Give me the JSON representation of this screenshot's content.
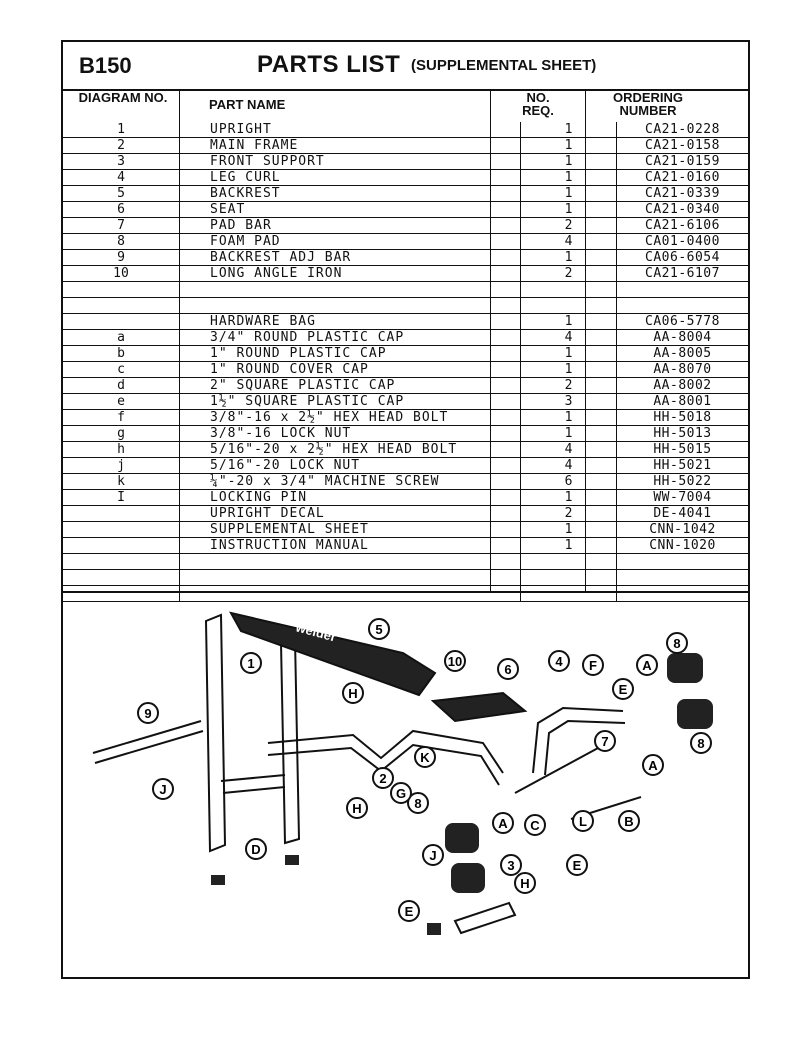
{
  "header": {
    "model": "B150",
    "title": "PARTS LIST",
    "subtitle": "(SUPPLEMENTAL SHEET)"
  },
  "columns": {
    "diagram_no": "DIAGRAM NO.",
    "part_name": "PART NAME",
    "no_req": "NO. REQ.",
    "ordering_number": "ORDERING NUMBER"
  },
  "rows": [
    {
      "no": "1",
      "name": "UPRIGHT",
      "qty": "1",
      "order": "CA21-0228"
    },
    {
      "no": "2",
      "name": "MAIN FRAME",
      "qty": "1",
      "order": "CA21-0158"
    },
    {
      "no": "3",
      "name": "FRONT SUPPORT",
      "qty": "1",
      "order": "CA21-0159"
    },
    {
      "no": "4",
      "name": "LEG CURL",
      "qty": "1",
      "order": "CA21-0160"
    },
    {
      "no": "5",
      "name": "BACKREST",
      "qty": "1",
      "order": "CA21-0339"
    },
    {
      "no": "6",
      "name": "SEAT",
      "qty": "1",
      "order": "CA21-0340"
    },
    {
      "no": "7",
      "name": "PAD BAR",
      "qty": "2",
      "order": "CA21-6106"
    },
    {
      "no": "8",
      "name": "FOAM PAD",
      "qty": "4",
      "order": "CA01-0400"
    },
    {
      "no": "9",
      "name": "BACKREST ADJ BAR",
      "qty": "1",
      "order": "CA06-6054"
    },
    {
      "no": "10",
      "name": "LONG ANGLE IRON",
      "qty": "2",
      "order": "CA21-6107"
    },
    {
      "no": "",
      "name": "",
      "qty": "",
      "order": ""
    },
    {
      "no": "",
      "name": "",
      "qty": "",
      "order": ""
    },
    {
      "no": "",
      "name": "HARDWARE BAG",
      "qty": "1",
      "order": "CA06-5778"
    },
    {
      "no": "a",
      "name": "3/4\" ROUND PLASTIC CAP",
      "qty": "4",
      "order": "AA-8004"
    },
    {
      "no": "b",
      "name": "1\" ROUND PLASTIC CAP",
      "qty": "1",
      "order": "AA-8005"
    },
    {
      "no": "c",
      "name": "1\" ROUND COVER CAP",
      "qty": "1",
      "order": "AA-8070"
    },
    {
      "no": "d",
      "name": "2\" SQUARE PLASTIC CAP",
      "qty": "2",
      "order": "AA-8002"
    },
    {
      "no": "e",
      "name": "1½\" SQUARE PLASTIC CAP",
      "qty": "3",
      "order": "AA-8001"
    },
    {
      "no": "f",
      "name": "3/8\"-16 x 2½\" HEX HEAD BOLT",
      "qty": "1",
      "order": "HH-5018"
    },
    {
      "no": "g",
      "name": "3/8\"-16 LOCK NUT",
      "qty": "1",
      "order": "HH-5013"
    },
    {
      "no": "h",
      "name": "5/16\"-20 x 2½\" HEX HEAD BOLT",
      "qty": "4",
      "order": "HH-5015"
    },
    {
      "no": "j",
      "name": "5/16\"-20 LOCK NUT",
      "qty": "4",
      "order": "HH-5021"
    },
    {
      "no": "k",
      "name": "¼\"-20 x 3/4\" MACHINE SCREW",
      "qty": "6",
      "order": "HH-5022"
    },
    {
      "no": "I",
      "name": "LOCKING PIN",
      "qty": "1",
      "order": "WW-7004"
    },
    {
      "no": "",
      "name": "UPRIGHT DECAL",
      "qty": "2",
      "order": "DE-4041"
    },
    {
      "no": "",
      "name": "SUPPLEMENTAL SHEET",
      "qty": "1",
      "order": "CNN-1042"
    },
    {
      "no": "",
      "name": "INSTRUCTION MANUAL",
      "qty": "1",
      "order": "CNN-1020"
    },
    {
      "no": "",
      "name": "",
      "qty": "",
      "order": ""
    },
    {
      "no": "",
      "name": "",
      "qty": "",
      "order": ""
    },
    {
      "no": "",
      "name": "",
      "qty": "",
      "order": ""
    }
  ],
  "diagram": {
    "brand_logo": "weider",
    "callouts": [
      "1",
      "2",
      "3",
      "4",
      "5",
      "6",
      "7",
      "8",
      "8",
      "8",
      "9",
      "10",
      "A",
      "A",
      "A",
      "B",
      "C",
      "D",
      "E",
      "E",
      "E",
      "F",
      "G",
      "H",
      "H",
      "H",
      "J",
      "J",
      "K",
      "L"
    ]
  }
}
